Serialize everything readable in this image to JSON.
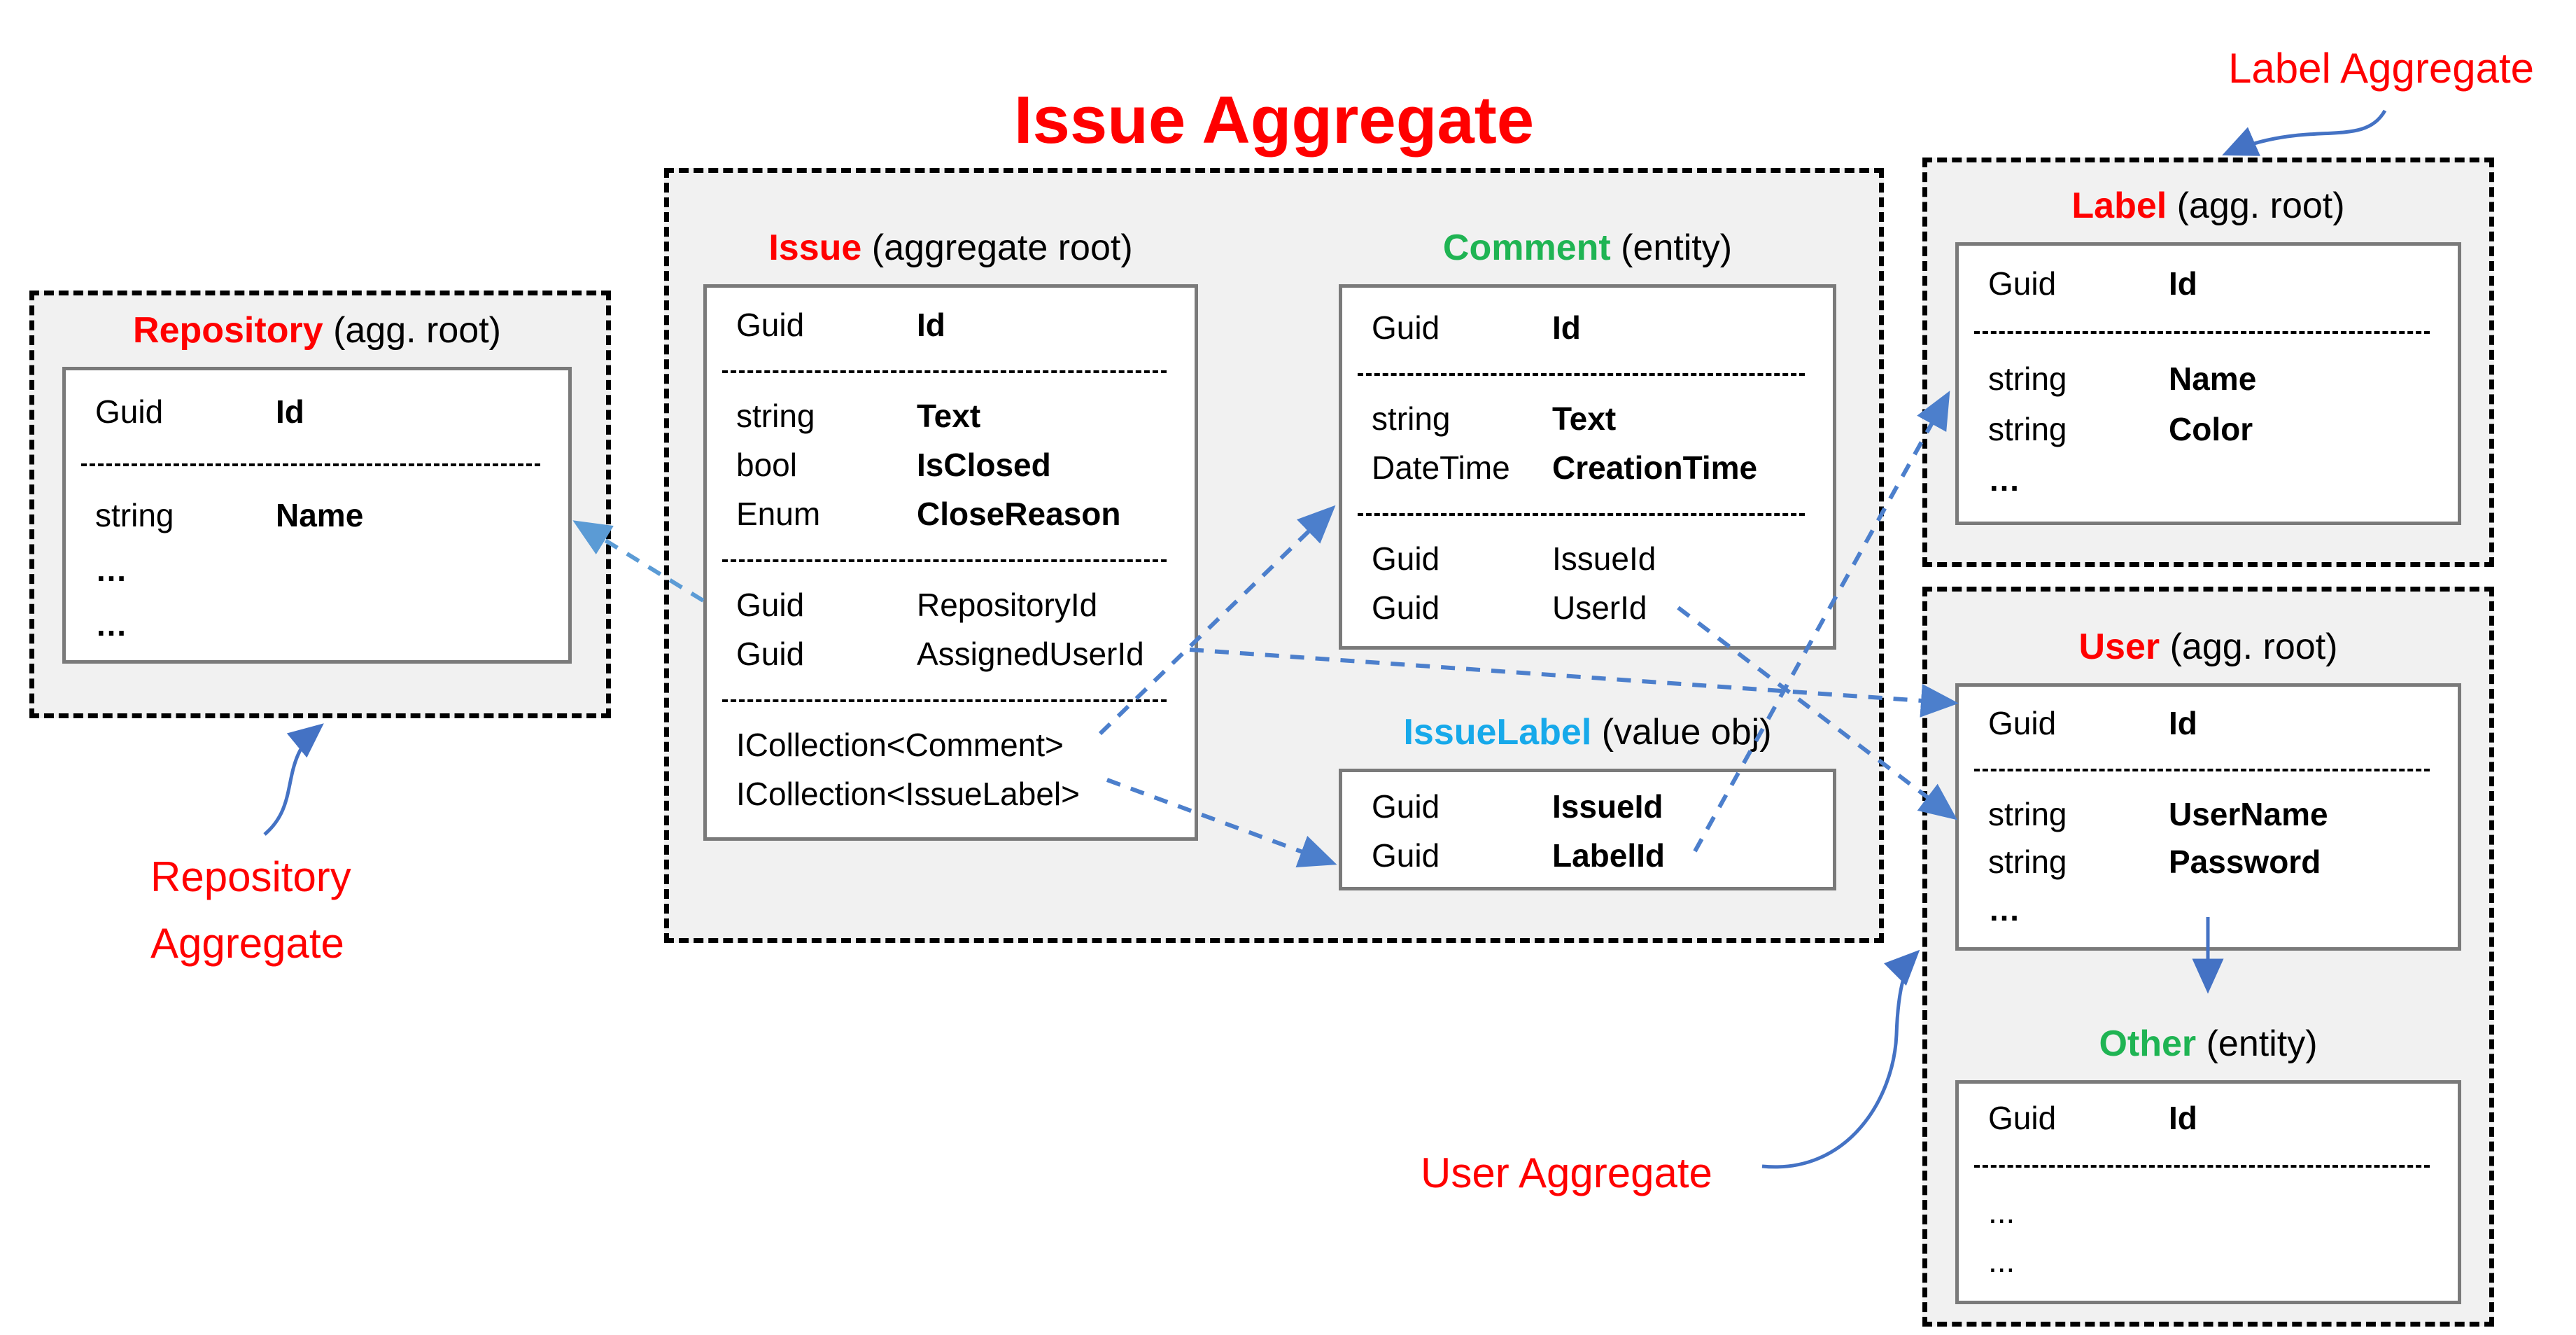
{
  "big_title": {
    "text": "Issue Aggregate"
  },
  "notes": {
    "label_aggregate": "Label Aggregate",
    "repository_line1": "Repository",
    "repository_line2": "Aggregate",
    "user_aggregate": "User Aggregate"
  },
  "colors": {
    "red": "#FF0000",
    "green": "#1FB453",
    "cyan": "#17A9EA",
    "arrow_blue": "#4C7FCC",
    "arrow_light_blue": "#5B9BD5",
    "aggregate_background": "#F1F1F1",
    "entity_border_gray": "#7A7A7A"
  },
  "entities": {
    "issue": {
      "title_name": "Issue",
      "title_suffix": "(aggregate root)",
      "name_color": "#FF0000",
      "rows": [
        {
          "t": "Guid",
          "n": "Id",
          "b": true
        },
        {
          "sep": true
        },
        {
          "t": "string",
          "n": "Text",
          "b": true
        },
        {
          "t": "bool",
          "n": "IsClosed",
          "b": true
        },
        {
          "t": "Enum",
          "n": "CloseReason",
          "b": true
        },
        {
          "sep": true
        },
        {
          "t": "Guid",
          "n": "RepositoryId",
          "b": false
        },
        {
          "t": "Guid",
          "n": "AssignedUserId",
          "b": false
        },
        {
          "sep": true
        },
        {
          "one": "ICollection<Comment>",
          "b": false
        },
        {
          "one": "ICollection<IssueLabel>",
          "b": false
        }
      ]
    },
    "comment": {
      "title_name": "Comment",
      "title_suffix": "(entity)",
      "name_color": "#1FB453",
      "rows": [
        {
          "t": "Guid",
          "n": "Id",
          "b": true
        },
        {
          "sep": true
        },
        {
          "t": "string",
          "n": "Text",
          "b": true
        },
        {
          "t": "DateTime",
          "n": "CreationTime",
          "b": true
        },
        {
          "sep": true
        },
        {
          "t": "Guid",
          "n": "IssueId",
          "b": false
        },
        {
          "t": "Guid",
          "n": "UserId",
          "b": false
        }
      ]
    },
    "issuelabel": {
      "title_name": "IssueLabel",
      "title_suffix": "(value obj)",
      "name_color": "#17A9EA",
      "rows": [
        {
          "t": "Guid",
          "n": "IssueId",
          "b": true
        },
        {
          "t": "Guid",
          "n": "LabelId",
          "b": true
        }
      ]
    },
    "repository": {
      "title_name": "Repository",
      "title_suffix": "(agg. root)",
      "name_color": "#FF0000",
      "rows": [
        {
          "t": "Guid",
          "n": "Id",
          "b": true
        },
        {
          "sep": true
        },
        {
          "t": "string",
          "n": "Name",
          "b": true
        },
        {
          "one": "…",
          "b": true
        },
        {
          "one": "…",
          "b": true
        }
      ]
    },
    "label": {
      "title_name": "Label",
      "title_suffix": "(agg. root)",
      "name_color": "#FF0000",
      "rows": [
        {
          "t": "Guid",
          "n": "Id",
          "b": true
        },
        {
          "sep": true
        },
        {
          "t": "string",
          "n": "Name",
          "b": true
        },
        {
          "t": "string",
          "n": "Color",
          "b": true
        },
        {
          "one": "…",
          "b": true
        }
      ]
    },
    "user": {
      "title_name": "User",
      "title_suffix": "(agg. root)",
      "name_color": "#FF0000",
      "rows": [
        {
          "t": "Guid",
          "n": "Id",
          "b": true
        },
        {
          "sep": true
        },
        {
          "t": "string",
          "n": "UserName",
          "b": true
        },
        {
          "t": "string",
          "n": "Password",
          "b": true
        },
        {
          "one": "…",
          "b": true
        }
      ]
    },
    "other": {
      "title_name": "Other",
      "title_suffix": "(entity)",
      "name_color": "#1FB453",
      "rows": [
        {
          "t": "Guid",
          "n": "Id",
          "b": true
        },
        {
          "sep": true
        },
        {
          "one": "...",
          "b": false
        },
        {
          "one": "...",
          "b": false
        }
      ]
    }
  },
  "connections": [
    {
      "from": "issue.RepositoryId",
      "to": "repository"
    },
    {
      "from": "issue.AssignedUserId",
      "to": "user.Id"
    },
    {
      "from": "issue.ICollection<Comment>",
      "to": "comment"
    },
    {
      "from": "issue.ICollection<IssueLabel>",
      "to": "issuelabel"
    },
    {
      "from": "comment.UserId",
      "to": "user"
    },
    {
      "from": "issuelabel.LabelId",
      "to": "label"
    },
    {
      "from": "user",
      "to": "other"
    }
  ]
}
